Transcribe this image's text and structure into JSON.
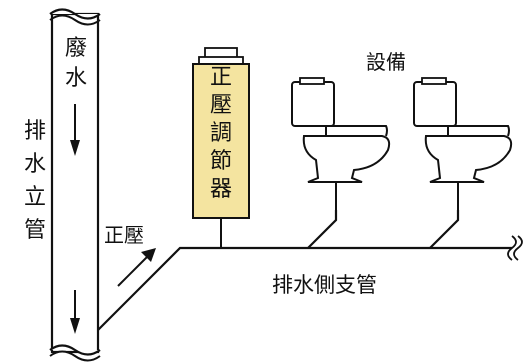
{
  "labels": {
    "stack_title": "排水立管",
    "wastewater": "廢水",
    "regulator": "正壓調節器",
    "fixtures": "設備",
    "positive_pressure": "正壓",
    "branch_pipe": "排水側支管"
  },
  "colors": {
    "regulator_fill": "#f4e4a0",
    "line": "#111111",
    "background": "#ffffff"
  }
}
